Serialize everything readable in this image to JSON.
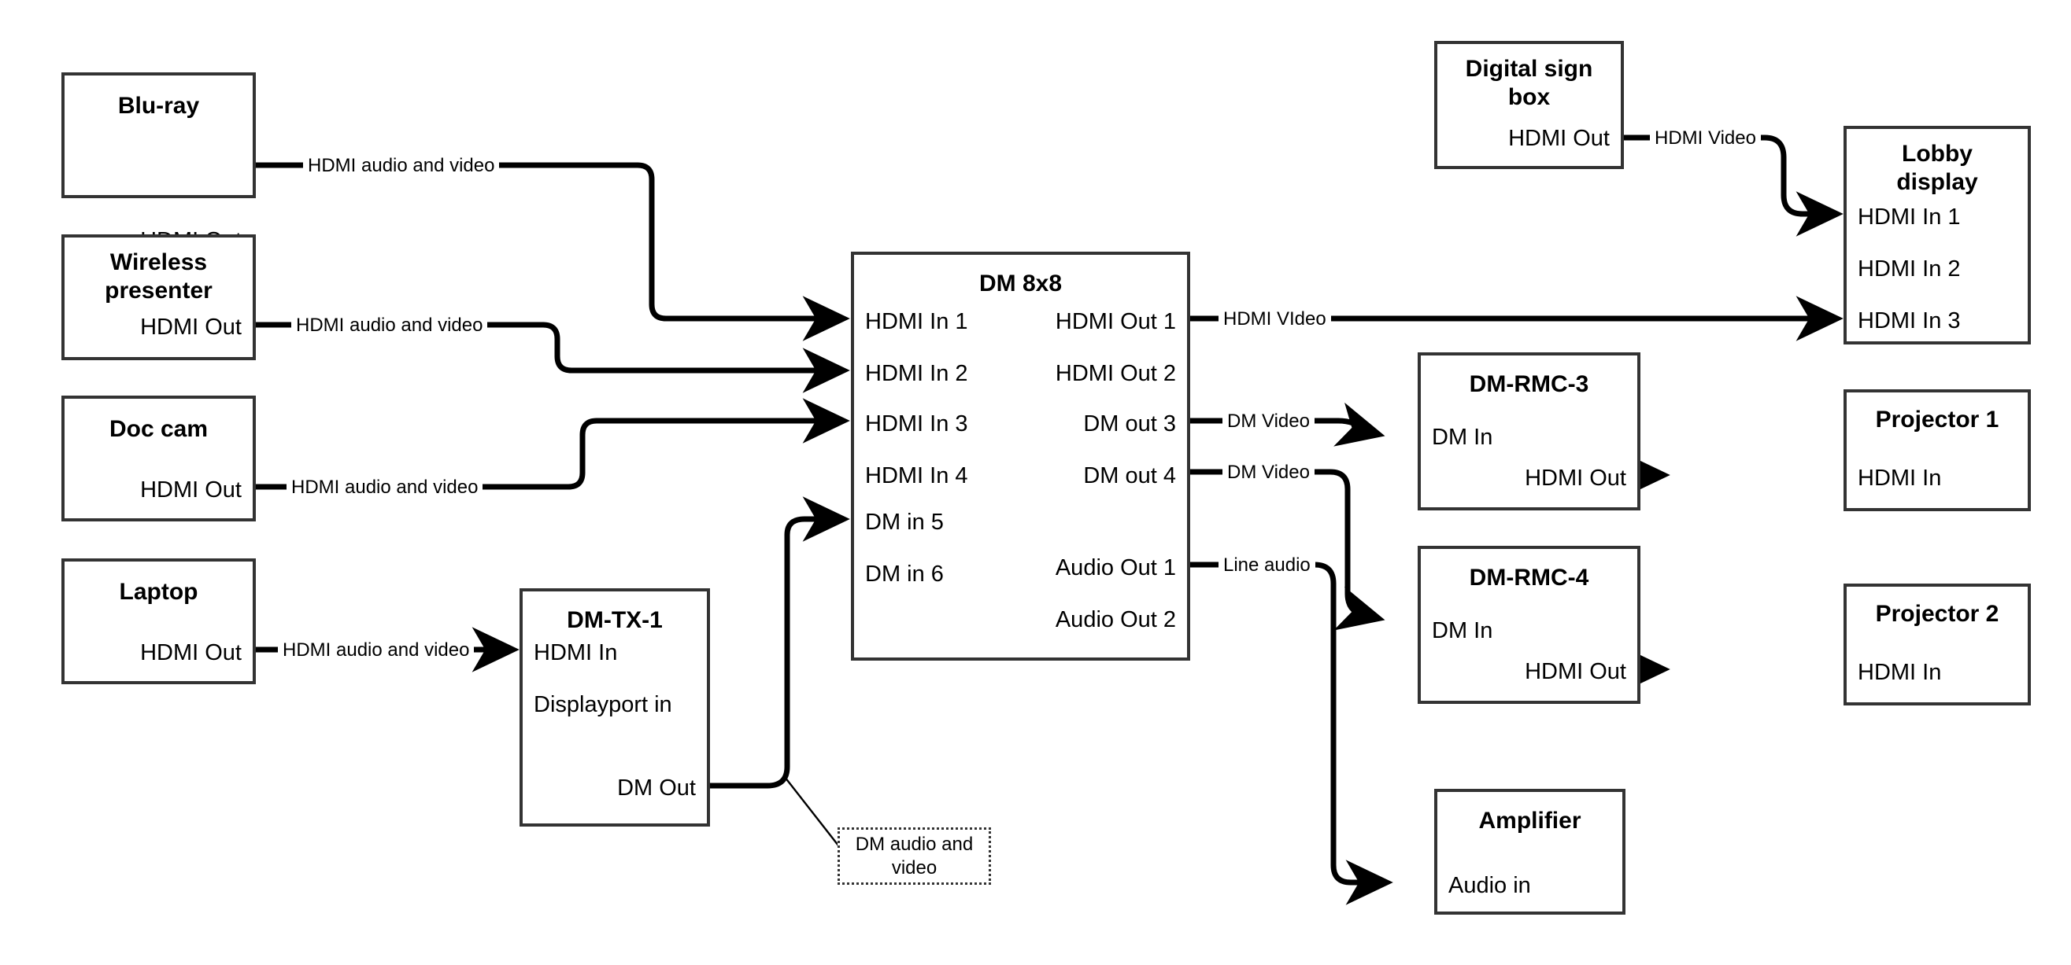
{
  "diagram": {
    "title": "AV signal flow",
    "line_color": "#000000",
    "box_border_color": "#333333",
    "background": "#ffffff"
  },
  "nodes": {
    "bluray": {
      "title": "Blu-ray",
      "ports": {
        "out1": "HDMI Out"
      }
    },
    "wireless": {
      "title": "Wireless\npresenter",
      "title_line1": "Wireless",
      "title_line2": "presenter",
      "ports": {
        "out1": "HDMI Out"
      }
    },
    "doccam": {
      "title": "Doc cam",
      "ports": {
        "out1": "HDMI Out"
      }
    },
    "laptop": {
      "title": "Laptop",
      "ports": {
        "out1": "HDMI Out"
      }
    },
    "dmtx1": {
      "title": "DM-TX-1",
      "ports": {
        "in1": "HDMI In",
        "in2": "Displayport in",
        "out1": "DM Out"
      }
    },
    "dm8x8": {
      "title": "DM 8x8",
      "inputs": [
        "HDMI In 1",
        "HDMI In 2",
        "HDMI In 3",
        "HDMI In 4",
        "DM in 5",
        "DM in 6"
      ],
      "outputs": [
        "HDMI Out 1",
        "HDMI Out 2",
        "DM out 3",
        "DM out 4",
        "Audio Out 1",
        "Audio Out 2"
      ]
    },
    "digitalsign": {
      "title_line1": "Digital sign",
      "title_line2": "box",
      "ports": {
        "out1": "HDMI Out"
      }
    },
    "lobby": {
      "title_line1": "Lobby",
      "title_line2": "display",
      "inputs": [
        "HDMI In 1",
        "HDMI In 2",
        "HDMI In 3"
      ]
    },
    "rmc3": {
      "title": "DM-RMC-3",
      "ports": {
        "in1": "DM In",
        "out1": "HDMI Out"
      }
    },
    "rmc4": {
      "title": "DM-RMC-4",
      "ports": {
        "in1": "DM In",
        "out1": "HDMI Out"
      }
    },
    "projector1": {
      "title": "Projector 1",
      "ports": {
        "in1": "HDMI In"
      }
    },
    "projector2": {
      "title": "Projector 2",
      "ports": {
        "in1": "HDMI In"
      }
    },
    "amplifier": {
      "title": "Amplifier",
      "ports": {
        "in1": "Audio in"
      }
    }
  },
  "edge_labels": {
    "bluray_to_dm": "HDMI audio and video",
    "wireless_to_dm": "HDMI audio and video",
    "doccam_to_dm": "HDMI audio and video",
    "laptop_to_tx": "HDMI audio and video",
    "tx_to_dm": "DM audio and video",
    "sign_to_lobby": "HDMI Video",
    "dm_out1_to_lobby": "HDMI VIdeo",
    "dm_out3_to_rmc3": "DM Video",
    "dm_out4_to_rmc4": "DM Video",
    "dm_audio_to_amp": "Line audio"
  }
}
